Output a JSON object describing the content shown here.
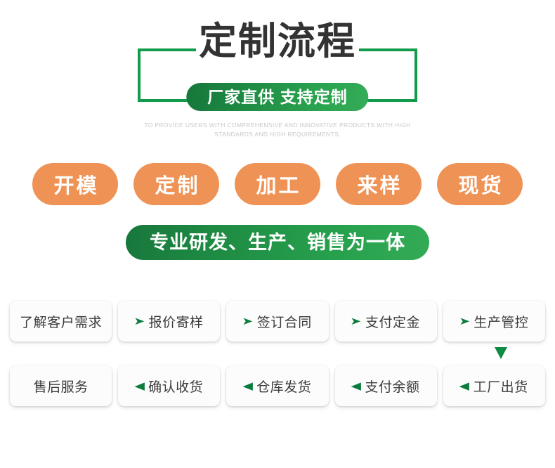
{
  "header": {
    "title": "定制流程",
    "subtitle_pill": "厂家直供 支持定制",
    "english_line_1": "TO PROVIDE USERS WITH COMPREHENSIVE AND INNOVATIVE PRODUCTS WITH HIGH",
    "english_line_2": "STANDARDS AND HIGH REQUIREMENTS.",
    "bracket_color": "#129B4B",
    "title_color": "#333333",
    "pill_gradient_from": "#16763B",
    "pill_gradient_to": "#35AC57"
  },
  "service_pills": {
    "color": "#EE9355",
    "items": [
      {
        "label": "开模"
      },
      {
        "label": "定制"
      },
      {
        "label": "加工"
      },
      {
        "label": "来样"
      },
      {
        "label": "现货"
      }
    ]
  },
  "banner": {
    "label": "专业研发、生产、销售为一体",
    "gradient_from": "#18773C",
    "gradient_to": "#33AB56"
  },
  "flow": {
    "arrow_color": "#0B7C3D",
    "connector_icon": "caret-down-icon",
    "rows": [
      {
        "direction": "forward",
        "steps": [
          {
            "label": "了解客户需求",
            "arrow": ""
          },
          {
            "label": "报价寄样",
            "arrow": "➤"
          },
          {
            "label": "签订合同",
            "arrow": "➤"
          },
          {
            "label": "支付定金",
            "arrow": "➤"
          },
          {
            "label": "生产管控",
            "arrow": "➤"
          }
        ]
      },
      {
        "direction": "backward",
        "steps": [
          {
            "label": "售后服务",
            "arrow": ""
          },
          {
            "label": "确认收货",
            "arrow": "◀"
          },
          {
            "label": "仓库发货",
            "arrow": "◀"
          },
          {
            "label": "支付余额",
            "arrow": "◀"
          },
          {
            "label": "工厂出货",
            "arrow": "◀"
          }
        ]
      }
    ]
  }
}
